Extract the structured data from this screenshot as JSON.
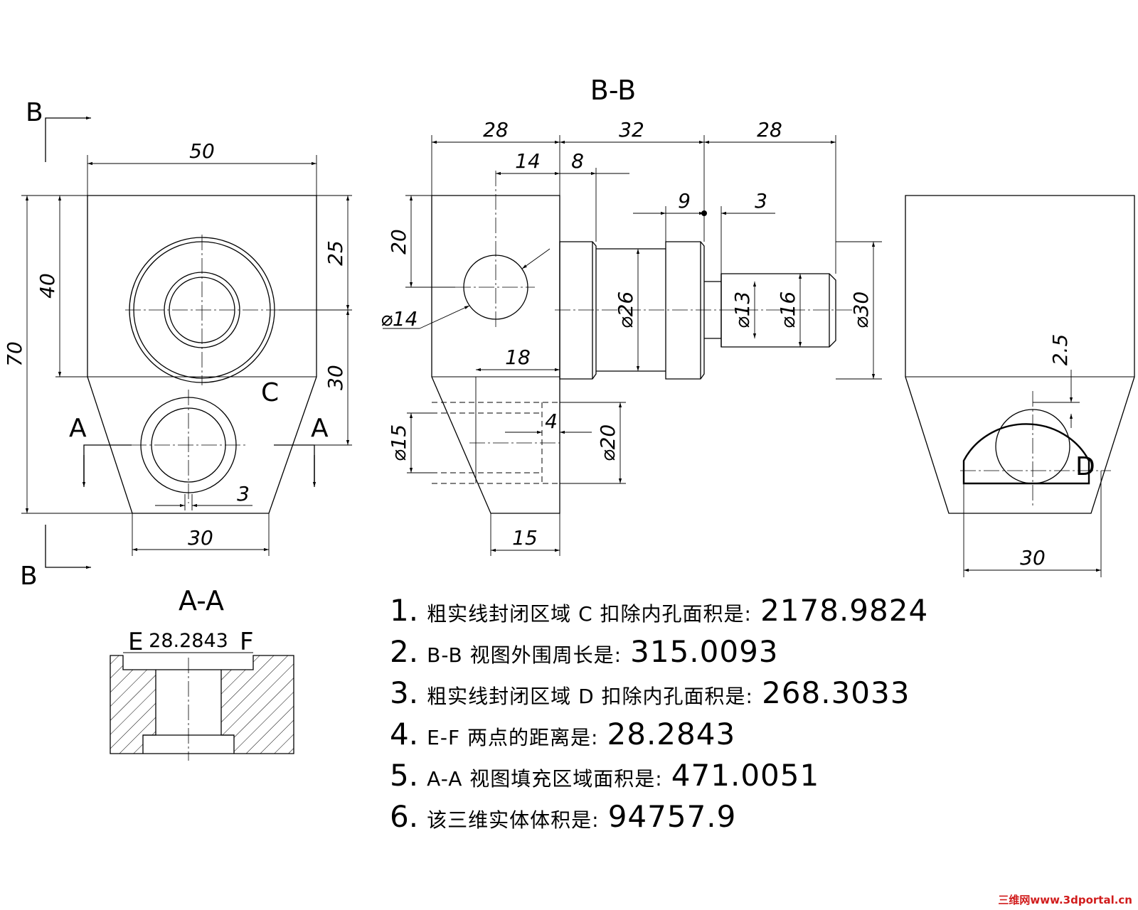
{
  "views": {
    "section_bb_title": "B-B",
    "section_aa_title": "A-A",
    "cut_label_b": "B",
    "cut_label_a": "A",
    "region_c": "C",
    "region_d": "D",
    "point_e": "E",
    "point_f": "F"
  },
  "dimensions": {
    "front": [
      "50",
      "40",
      "70",
      "25",
      "30",
      "30",
      "3"
    ],
    "section_bb": [
      "28",
      "32",
      "28",
      "14",
      "8",
      "9",
      "3",
      "20",
      "⌀14",
      "⌀26",
      "⌀13",
      "⌀16",
      "⌀30",
      "18",
      "4",
      "⌀15",
      "⌀20",
      "15"
    ],
    "side": [
      "2.5",
      "30"
    ],
    "section_aa": [
      "28.2843"
    ]
  },
  "notes": [
    {
      "num": "1.",
      "text": "粗实线封闭区域 C 扣除内孔面积是:",
      "value": "2178.9824"
    },
    {
      "num": "2.",
      "text": "B-B 视图外围周长是:",
      "value": "315.0093"
    },
    {
      "num": "3.",
      "text": "粗实线封闭区域 D 扣除内孔面积是:",
      "value": "268.3033"
    },
    {
      "num": "4.",
      "text": "E-F 两点的距离是:",
      "value": "28.2843"
    },
    {
      "num": "5.",
      "text": "A-A 视图填充区域面积是:",
      "value": "471.0051"
    },
    {
      "num": "6.",
      "text": "该三维实体体积是:",
      "value": "94757.9"
    }
  ],
  "watermark": "三维网www.3dportal.cn"
}
